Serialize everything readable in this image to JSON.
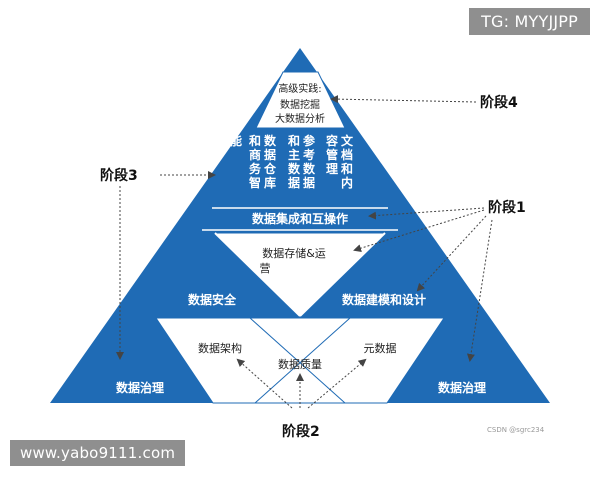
{
  "watermark_top": "TG: MYYJJPP",
  "watermark_bottom": "www.yabo9111.com",
  "csdn_credit": "CSDN @sgrc234",
  "colors": {
    "primary_blue": "#1f6bb5",
    "line_white": "#ffffff",
    "arrow": "#444444"
  },
  "stages": {
    "stage1": "阶段1",
    "stage2": "阶段2",
    "stage3": "阶段3",
    "stage4": "阶段4"
  },
  "apex": {
    "line1": "高级实践:",
    "line2": "数据挖掘",
    "line3": "大数据分析"
  },
  "vertical_labels": {
    "col1": "能",
    "col2": "和商务智",
    "col3": "数据仓库",
    "col4": "和主数据",
    "col5": "参考数据",
    "col6": "容管理",
    "col7": "文档和内"
  },
  "band": "数据集成和互操作",
  "upper_inverted": {
    "line1": "数据存储&运",
    "line2": "营"
  },
  "mid_left": "数据安全",
  "mid_right": "数据建模和设计",
  "lower_trapezoid": {
    "left": "数据架构",
    "center": "数据质量",
    "right": "元数据"
  },
  "corner_left": "数据治理",
  "corner_right": "数据治理"
}
